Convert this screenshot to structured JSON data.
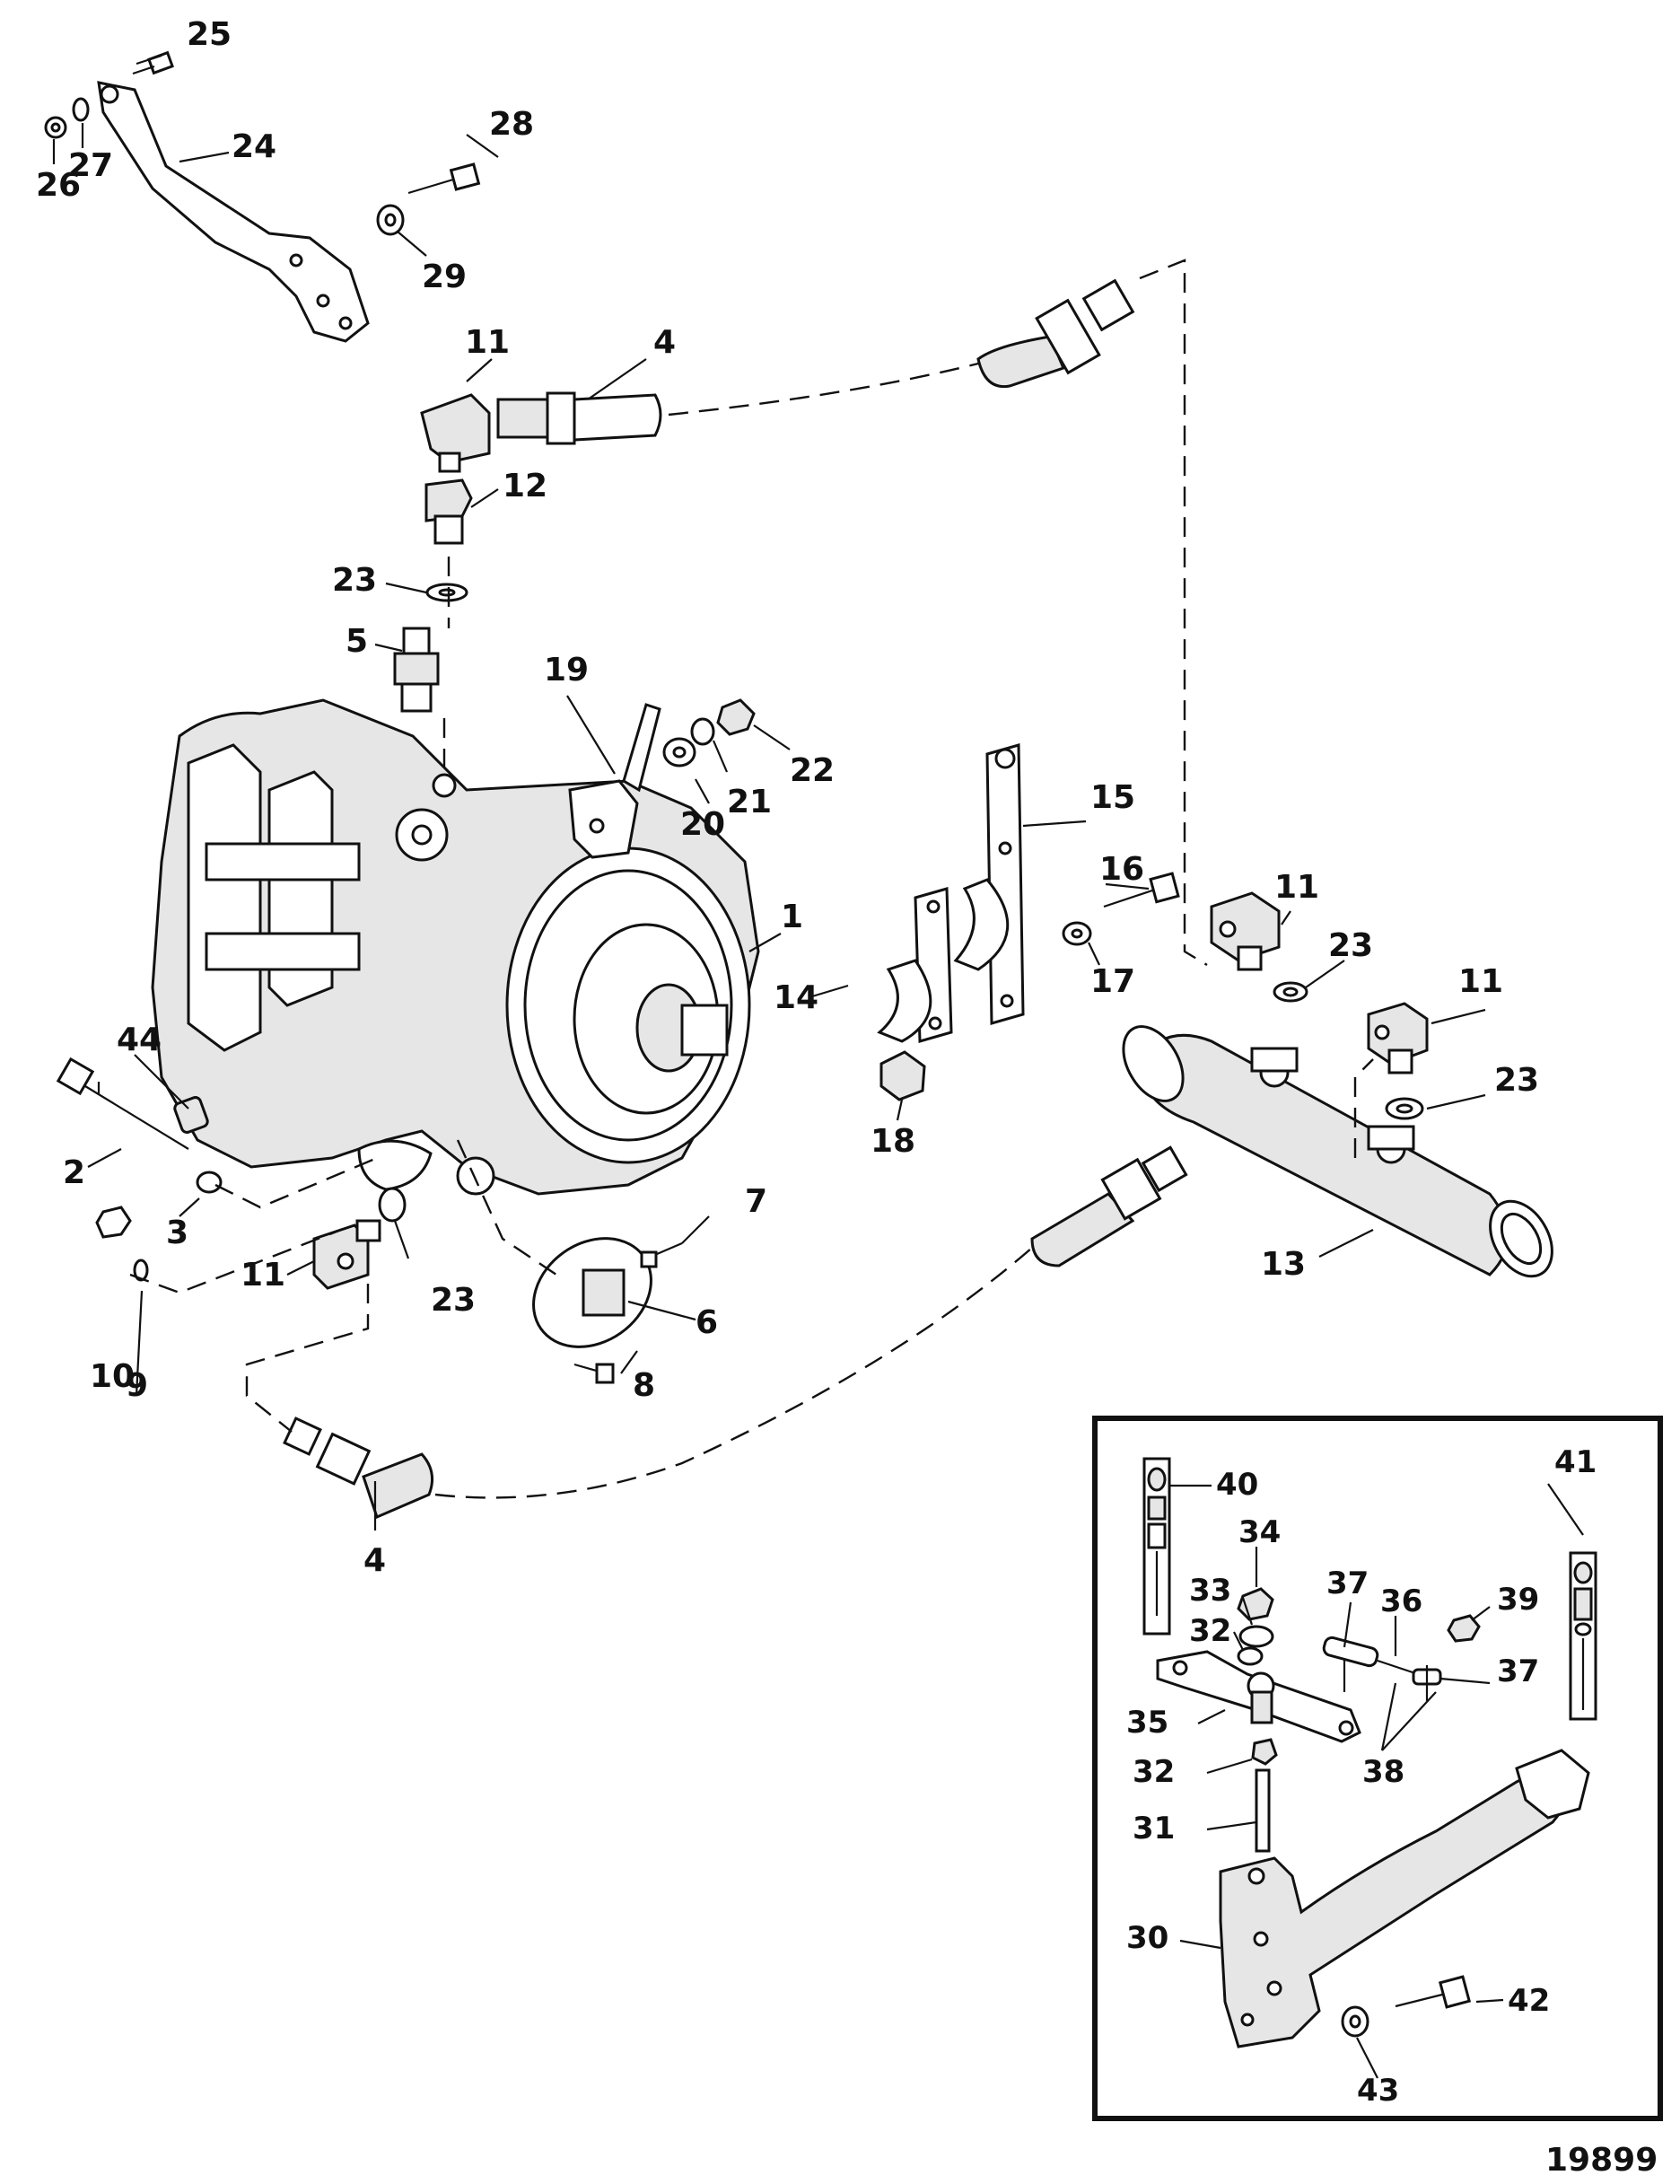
{
  "labels": {
    "n1": "1",
    "n2": "2",
    "n3": "3",
    "n4a": "4",
    "n4b": "4",
    "n5": "5",
    "n6": "6",
    "n7": "7",
    "n8": "8",
    "n9": "9",
    "n10": "10",
    "n11a": "11",
    "n11b": "11",
    "n11c": "11",
    "n11d": "11",
    "n12": "12",
    "n13": "13",
    "n14": "14",
    "n15": "15",
    "n16": "16",
    "n17": "17",
    "n18": "18",
    "n19": "19",
    "n20": "20",
    "n21": "21",
    "n22": "22",
    "n23a": "23",
    "n23b": "23",
    "n23c": "23",
    "n23d": "23",
    "n24": "24",
    "n25": "25",
    "n26": "26",
    "n27": "27",
    "n28": "28",
    "n29": "29",
    "n30": "30",
    "n31": "31",
    "n32a": "32",
    "n32b": "32",
    "n33": "33",
    "n34": "34",
    "n35": "35",
    "n36": "36",
    "n37a": "37",
    "n37b": "37",
    "n38": "38",
    "n39": "39",
    "n40": "40",
    "n41": "41",
    "n42": "42",
    "n43": "43",
    "n44": "44"
  },
  "figure_number": "19899"
}
